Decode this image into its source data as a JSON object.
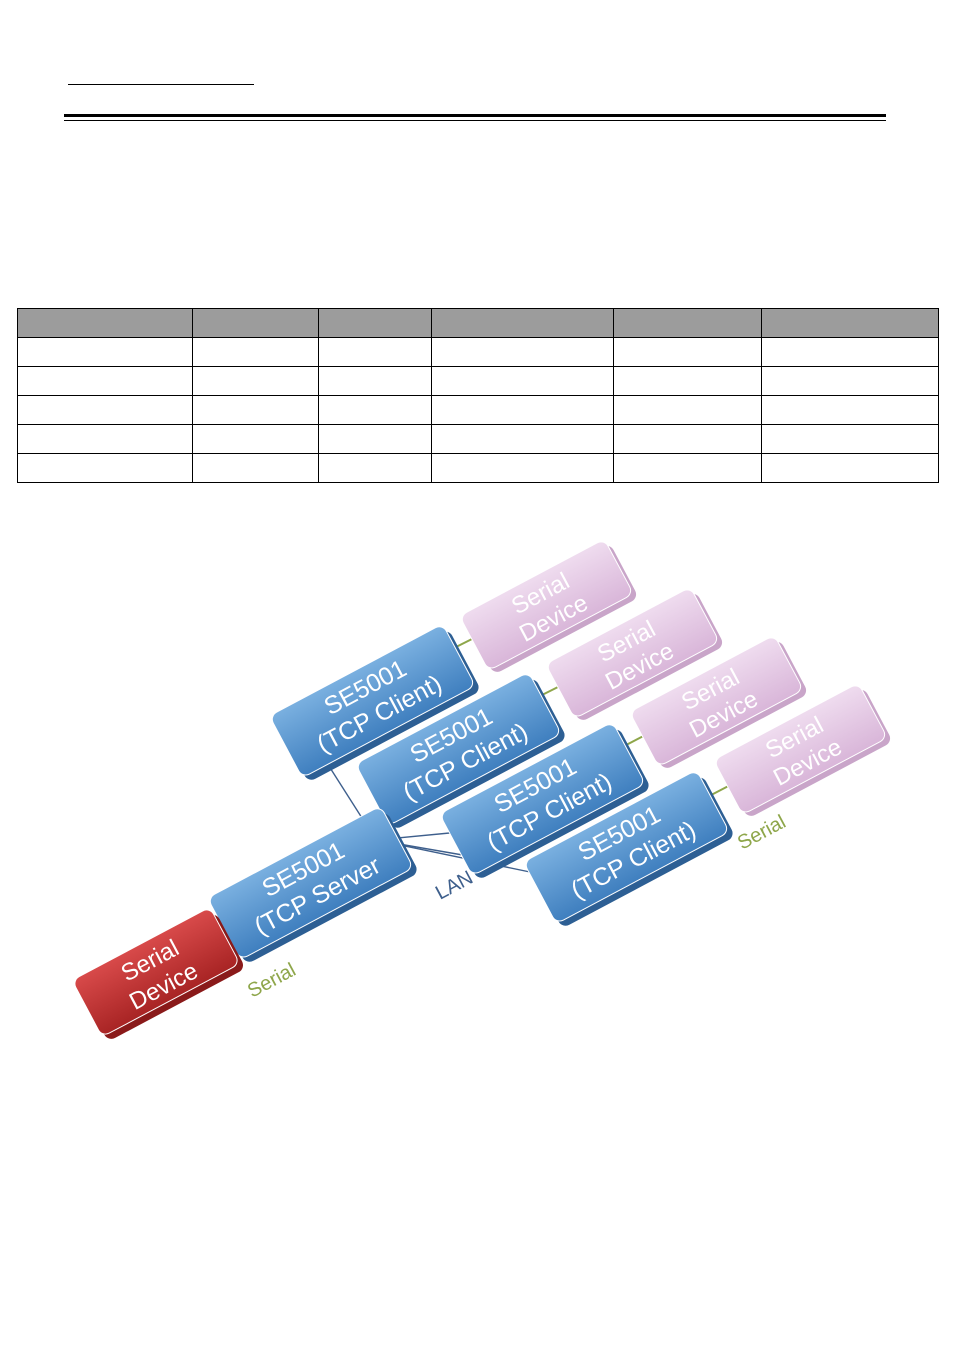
{
  "table": {
    "header": [
      "",
      "",
      "",
      "",
      "",
      ""
    ],
    "rows": [
      [
        "",
        "",
        "",
        "",
        "",
        ""
      ],
      [
        "",
        "",
        "",
        "",
        "",
        ""
      ],
      [
        "",
        "",
        "",
        "",
        "",
        ""
      ],
      [
        "",
        "",
        "",
        "",
        "",
        ""
      ],
      [
        "",
        "",
        "",
        "",
        "",
        ""
      ]
    ]
  },
  "diagram": {
    "server": {
      "line1": "SE5001",
      "line2": "(TCP Server"
    },
    "clients": [
      {
        "line1": "SE5001",
        "line2": "(TCP Client)"
      },
      {
        "line1": "SE5001",
        "line2": "(TCP Client)"
      },
      {
        "line1": "SE5001",
        "line2": "(TCP Client)"
      },
      {
        "line1": "SE5001",
        "line2": "(TCP Client)"
      }
    ],
    "serial_devices": [
      {
        "line1": "Serial",
        "line2": "Device"
      },
      {
        "line1": "Serial",
        "line2": "Device"
      },
      {
        "line1": "Serial",
        "line2": "Device"
      },
      {
        "line1": "Serial",
        "line2": "Device"
      }
    ],
    "source_device": {
      "line1": "Serial",
      "line2": "Device"
    },
    "labels": {
      "lan": "LAN",
      "serial_left": "Serial",
      "serial_right": "Serial"
    },
    "colors": {
      "client_box": "#4f8fcc",
      "server_box": "#4f8fcc",
      "serial_box": "#e3c6e3",
      "source_box": "#c43232",
      "lan_line": "#3e5f8c",
      "serial_line": "#8ea64a"
    }
  }
}
